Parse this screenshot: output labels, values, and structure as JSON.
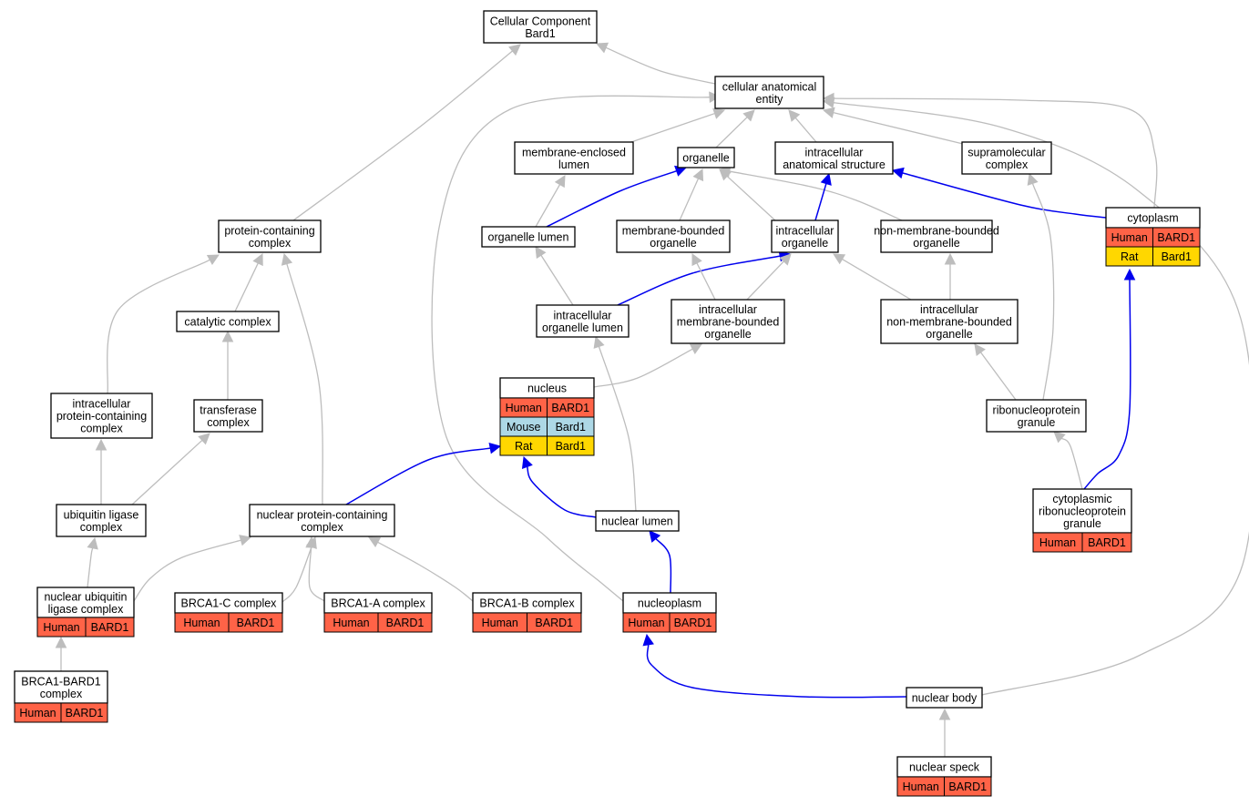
{
  "species_colors": {
    "Human": "#ff6347",
    "Mouse": "#add8e6",
    "Rat": "#ffd700"
  },
  "edge_colors": {
    "is_a": "#bdbdbd",
    "part_of": "#0000ee"
  },
  "nodes": {
    "root": {
      "lines": [
        "Cellular Component",
        "Bard1"
      ]
    },
    "cae": {
      "lines": [
        "cellular anatomical",
        "entity"
      ]
    },
    "mel": {
      "lines": [
        "membrane-enclosed",
        "lumen"
      ]
    },
    "organelle": {
      "lines": [
        "organelle"
      ]
    },
    "ias": {
      "lines": [
        "intracellular",
        "anatomical structure"
      ]
    },
    "supra": {
      "lines": [
        "supramolecular",
        "complex"
      ]
    },
    "cytoplasm": {
      "lines": [
        "cytoplasm"
      ],
      "rows": [
        [
          "Human",
          "BARD1"
        ],
        [
          "Rat",
          "Bard1"
        ]
      ]
    },
    "pcc": {
      "lines": [
        "protein-containing",
        "complex"
      ]
    },
    "ol": {
      "lines": [
        "organelle lumen"
      ]
    },
    "mbo": {
      "lines": [
        "membrane-bounded",
        "organelle"
      ]
    },
    "io": {
      "lines": [
        "intracellular",
        "organelle"
      ]
    },
    "nmbo": {
      "lines": [
        "non-membrane-bounded",
        "organelle"
      ]
    },
    "catalytic": {
      "lines": [
        "catalytic complex"
      ]
    },
    "iol": {
      "lines": [
        "intracellular",
        "organelle lumen"
      ]
    },
    "imbo": {
      "lines": [
        "intracellular",
        "membrane-bounded",
        "organelle"
      ]
    },
    "inmbo": {
      "lines": [
        "intracellular",
        "non-membrane-bounded",
        "organelle"
      ]
    },
    "nucleus": {
      "lines": [
        "nucleus"
      ],
      "rows": [
        [
          "Human",
          "BARD1"
        ],
        [
          "Mouse",
          "Bard1"
        ],
        [
          "Rat",
          "Bard1"
        ]
      ]
    },
    "ipcc": {
      "lines": [
        "intracellular",
        "protein-containing",
        "complex"
      ]
    },
    "transferase": {
      "lines": [
        "transferase",
        "complex"
      ]
    },
    "rnpg": {
      "lines": [
        "ribonucleoprotein",
        "granule"
      ]
    },
    "ulc": {
      "lines": [
        "ubiquitin ligase",
        "complex"
      ]
    },
    "npcc": {
      "lines": [
        "nuclear protein-containing",
        "complex"
      ]
    },
    "nlumen": {
      "lines": [
        "nuclear lumen"
      ]
    },
    "crnpg": {
      "lines": [
        "cytoplasmic",
        "ribonucleoprotein",
        "granule"
      ],
      "rows": [
        [
          "Human",
          "BARD1"
        ]
      ]
    },
    "nulc": {
      "lines": [
        "nuclear ubiquitin",
        "ligase complex"
      ],
      "rows": [
        [
          "Human",
          "BARD1"
        ]
      ]
    },
    "brca1c": {
      "lines": [
        "BRCA1-C complex"
      ],
      "rows": [
        [
          "Human",
          "BARD1"
        ]
      ]
    },
    "brca1a": {
      "lines": [
        "BRCA1-A complex"
      ],
      "rows": [
        [
          "Human",
          "BARD1"
        ]
      ]
    },
    "brca1b": {
      "lines": [
        "BRCA1-B complex"
      ],
      "rows": [
        [
          "Human",
          "BARD1"
        ]
      ]
    },
    "nucleoplasm": {
      "lines": [
        "nucleoplasm"
      ],
      "rows": [
        [
          "Human",
          "BARD1"
        ]
      ]
    },
    "bb": {
      "lines": [
        "BRCA1-BARD1",
        "complex"
      ],
      "rows": [
        [
          "Human",
          "BARD1"
        ]
      ]
    },
    "nbody": {
      "lines": [
        "nuclear body"
      ]
    },
    "nspeck": {
      "lines": [
        "nuclear speck"
      ],
      "rows": [
        [
          "Human",
          "BARD1"
        ]
      ]
    }
  },
  "edges": [
    {
      "from": "cae",
      "to": "root",
      "type": "is_a"
    },
    {
      "from": "pcc",
      "to": "root",
      "type": "is_a"
    },
    {
      "from": "mel",
      "to": "cae",
      "type": "is_a"
    },
    {
      "from": "organelle",
      "to": "cae",
      "type": "is_a"
    },
    {
      "from": "ias",
      "to": "cae",
      "type": "is_a"
    },
    {
      "from": "supra",
      "to": "cae",
      "type": "is_a"
    },
    {
      "from": "cytoplasm",
      "to": "cae",
      "type": "is_a"
    },
    {
      "from": "nucleoplasm",
      "to": "cae",
      "type": "is_a"
    },
    {
      "from": "nbody",
      "to": "cae",
      "type": "is_a"
    },
    {
      "from": "ol",
      "to": "mel",
      "type": "is_a"
    },
    {
      "from": "ol",
      "to": "organelle",
      "type": "part_of"
    },
    {
      "from": "mbo",
      "to": "organelle",
      "type": "is_a"
    },
    {
      "from": "io",
      "to": "organelle",
      "type": "is_a"
    },
    {
      "from": "nmbo",
      "to": "organelle",
      "type": "is_a"
    },
    {
      "from": "io",
      "to": "ias",
      "type": "part_of"
    },
    {
      "from": "cytoplasm",
      "to": "ias",
      "type": "part_of"
    },
    {
      "from": "catalytic",
      "to": "pcc",
      "type": "is_a"
    },
    {
      "from": "ipcc",
      "to": "pcc",
      "type": "is_a"
    },
    {
      "from": "npcc",
      "to": "pcc",
      "type": "is_a"
    },
    {
      "from": "iol",
      "to": "ol",
      "type": "is_a"
    },
    {
      "from": "iol",
      "to": "io",
      "type": "part_of"
    },
    {
      "from": "imbo",
      "to": "mbo",
      "type": "is_a"
    },
    {
      "from": "imbo",
      "to": "io",
      "type": "is_a"
    },
    {
      "from": "inmbo",
      "to": "io",
      "type": "is_a"
    },
    {
      "from": "inmbo",
      "to": "nmbo",
      "type": "is_a"
    },
    {
      "from": "transferase",
      "to": "catalytic",
      "type": "is_a"
    },
    {
      "from": "nucleus",
      "to": "imbo",
      "type": "is_a"
    },
    {
      "from": "nlumen",
      "to": "iol",
      "type": "is_a"
    },
    {
      "from": "nlumen",
      "to": "nucleus",
      "type": "part_of"
    },
    {
      "from": "rnpg",
      "to": "inmbo",
      "type": "is_a"
    },
    {
      "from": "rnpg",
      "to": "supra",
      "type": "is_a"
    },
    {
      "from": "ulc",
      "to": "ipcc",
      "type": "is_a"
    },
    {
      "from": "ulc",
      "to": "transferase",
      "type": "is_a"
    },
    {
      "from": "npcc",
      "to": "nucleus",
      "type": "part_of"
    },
    {
      "from": "crnpg",
      "to": "rnpg",
      "type": "is_a"
    },
    {
      "from": "crnpg",
      "to": "cytoplasm",
      "type": "part_of"
    },
    {
      "from": "nulc",
      "to": "ulc",
      "type": "is_a"
    },
    {
      "from": "nulc",
      "to": "npcc",
      "type": "is_a"
    },
    {
      "from": "brca1c",
      "to": "npcc",
      "type": "is_a"
    },
    {
      "from": "brca1a",
      "to": "npcc",
      "type": "is_a"
    },
    {
      "from": "brca1b",
      "to": "npcc",
      "type": "is_a"
    },
    {
      "from": "nucleoplasm",
      "to": "nlumen",
      "type": "part_of"
    },
    {
      "from": "bb",
      "to": "nulc",
      "type": "is_a"
    },
    {
      "from": "nbody",
      "to": "nucleoplasm",
      "type": "part_of"
    },
    {
      "from": "nspeck",
      "to": "nbody",
      "type": "is_a"
    }
  ]
}
